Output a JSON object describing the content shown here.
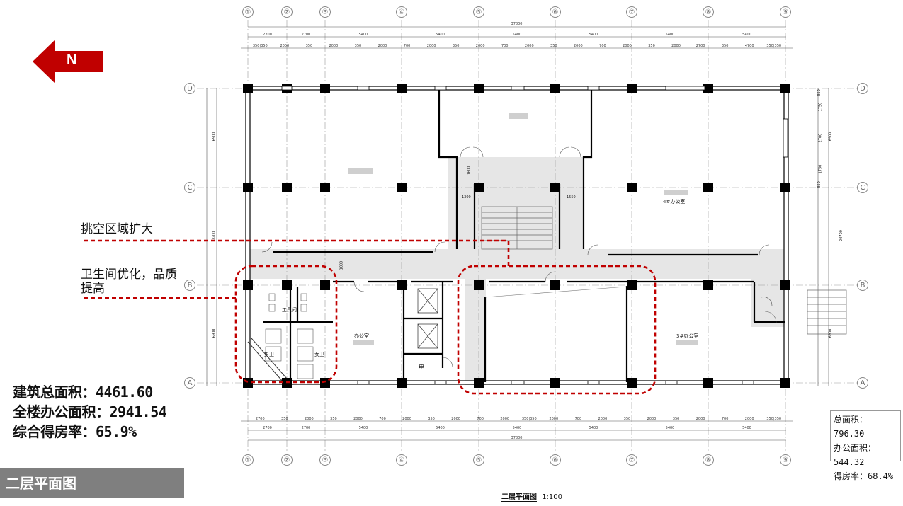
{
  "header": {
    "grid_columns": [
      "①",
      "②",
      "③",
      "④",
      "⑤",
      "⑥",
      "⑦",
      "⑧",
      "⑨"
    ],
    "grid_rows": [
      "D",
      "C",
      "B",
      "A"
    ],
    "total_dim_top": "37800",
    "dims_top_primary": [
      "2700",
      "2700",
      "5400",
      "5400",
      "5400",
      "5400",
      "5400",
      "5400"
    ],
    "dims_top_secondary": [
      "350|350",
      "2000",
      "350",
      "2000",
      "350",
      "2000",
      "700",
      "2000",
      "350",
      "2000",
      "700",
      "2000",
      "350",
      "2000",
      "700",
      "2000",
      "350",
      "2000",
      "2700",
      "350",
      "4700",
      "350|350"
    ],
    "total_dim_bottom": "37800",
    "dims_bottom_secondary": [
      "2700",
      "350",
      "2000",
      "350",
      "2000",
      "700",
      "2000",
      "350",
      "2000",
      "700",
      "2000",
      "350|350",
      "2000",
      "700",
      "2000",
      "350",
      "2000",
      "350",
      "2000",
      "700",
      "2000",
      "350|350"
    ],
    "dims_bottom_primary": [
      "2700",
      "2700",
      "5400",
      "5400",
      "5400",
      "5400",
      "5400",
      "5400"
    ]
  },
  "north_label": "N",
  "annotations": {
    "expand": "挑空区域扩大",
    "toilet_line1": "卫生间优化，品质",
    "toilet_line2": "提高"
  },
  "rooms": {
    "office_4": "4#办公室",
    "office": "办公室",
    "office_3": "3#办公室",
    "janitor": "工具间",
    "men": "男卫",
    "women": "女卫",
    "electric": "电"
  },
  "inner_dims": {
    "d1": "1600",
    "d2": "1300",
    "d3": "1550",
    "d4": "1800",
    "left_d": "6900",
    "left_b": "6900",
    "left_c": "7200",
    "right_a": "6900",
    "right_b": "6900",
    "right_c": "20700",
    "r1": "350",
    "r2": "1750",
    "r3": "2700",
    "r4": "1750",
    "r5": "350"
  },
  "stats_building": {
    "total": "建筑总面积：4461.60",
    "office": "全楼办公面积：2941.54",
    "ratio": "综合得房率：65.9%"
  },
  "stats_floor": {
    "total": "总面积：796.30",
    "office": "办公面积：544.32",
    "ratio": "得房率：68.4%"
  },
  "floor_title": "二层平面图",
  "drawing_title": "二层平面图",
  "drawing_scale": "1:100",
  "colors": {
    "accent_red": "#c00000",
    "wall": "#000000",
    "corridor": "#e6e6e6",
    "title_bg": "#7f7f7f"
  }
}
